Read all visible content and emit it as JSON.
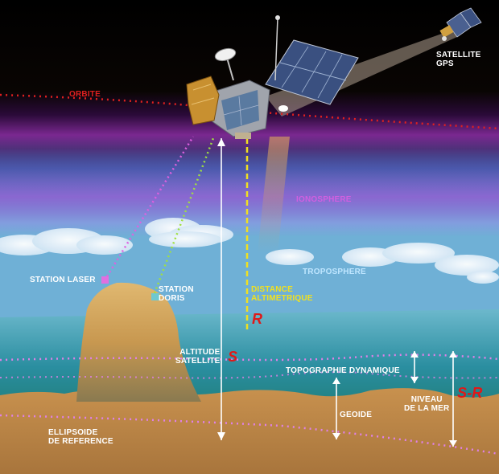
{
  "labels": {
    "satellite_gps": [
      "SATELLITE",
      "GPS"
    ],
    "orbite": "ORBITE",
    "ionosphere": "IONOSPHERE",
    "troposphere": "TROPOSPHERE",
    "station_laser": "STATION LASER",
    "station_doris": [
      "STATION",
      "DORIS"
    ],
    "distance_altimetrique": [
      "DISTANCE",
      "ALTIMETRIQUE"
    ],
    "r_symbol": "R",
    "altitude_satellite": [
      "ALTITUDE",
      "SATELLITE"
    ],
    "s_symbol": "S",
    "topographie_dynamique": "TOPOGRAPHIE DYNAMIQUE",
    "s_minus_r": "S-R",
    "niveau_de_la_mer": [
      "NIVEAU",
      "DE LA MER"
    ],
    "geoide": "GEOIDE",
    "ellipsoide": [
      "ELLIPSOIDE",
      "DE REFERENCE"
    ]
  },
  "colors": {
    "space": "#000000",
    "orbit": "#e02020",
    "ionosphere": "#c040d0",
    "troposphere": "#bfe6ff",
    "distance": "#f0e020",
    "symbol_red": "#e01818",
    "laser_beam": "#e060e0",
    "doris_beam": "#a0e040",
    "dotted_pink": "#e080e8",
    "ground": "#b8844a",
    "sea": "#3aa0b0"
  }
}
